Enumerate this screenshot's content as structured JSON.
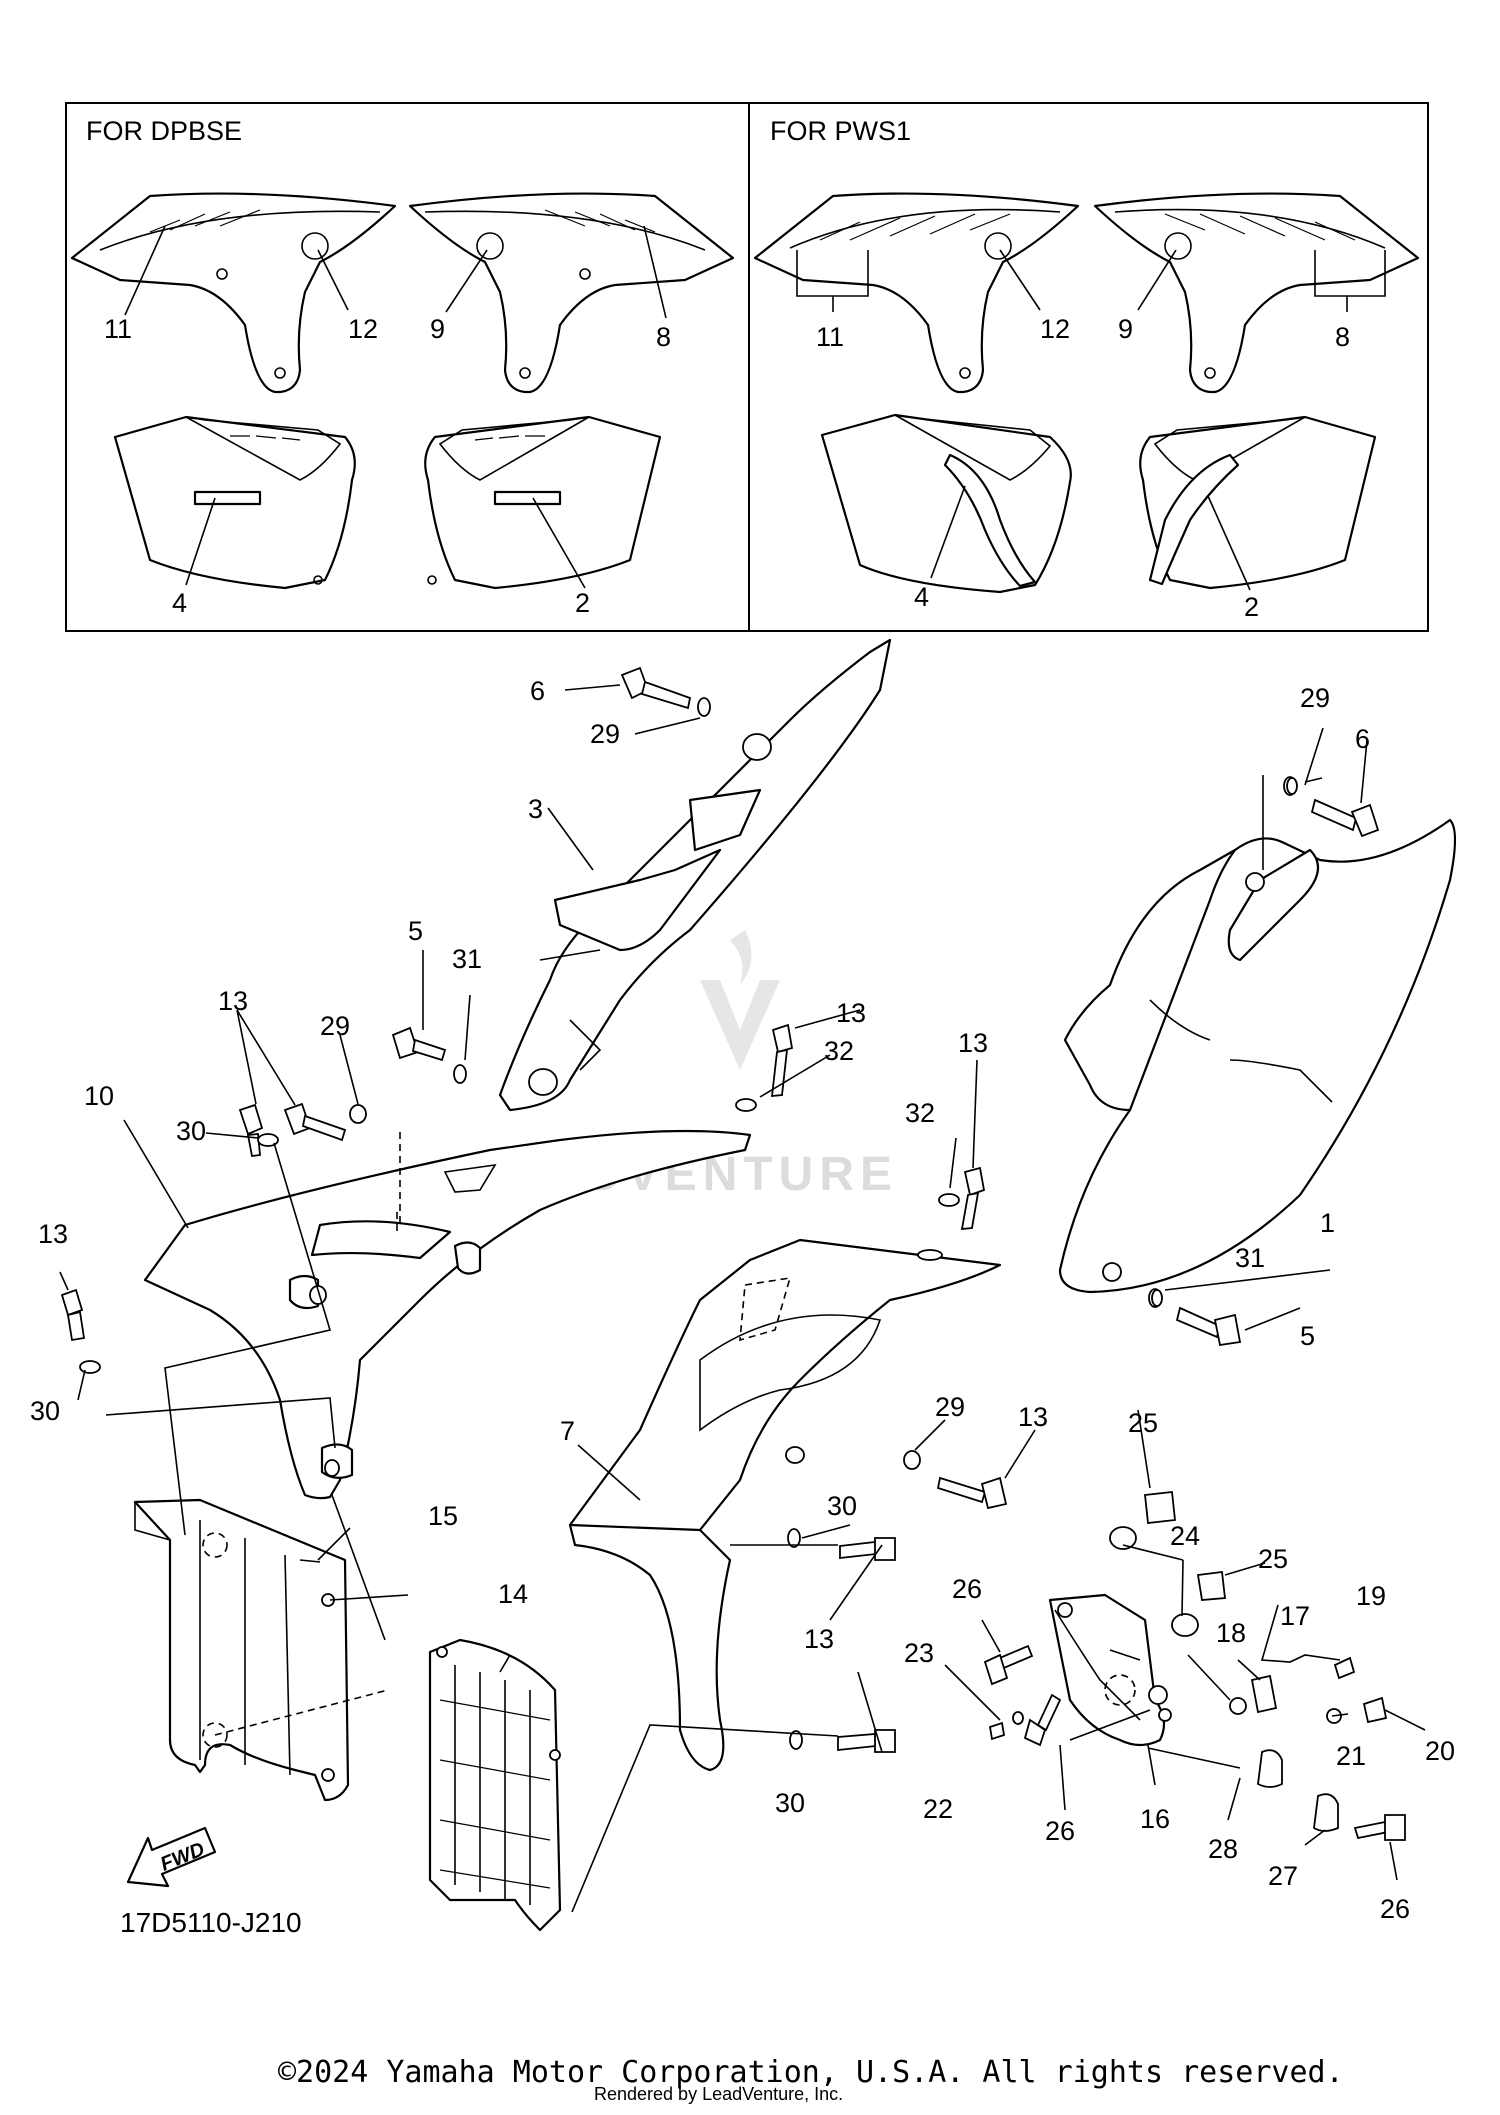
{
  "variant_boxes": {
    "left_label": "FOR DPBSE",
    "right_label": "FOR PWS1"
  },
  "callouts": {
    "c1": "1",
    "c2": "2",
    "c3": "3",
    "c4": "4",
    "c5": "5",
    "c6": "6",
    "c7": "7",
    "c8": "8",
    "c9": "9",
    "c10": "10",
    "c11": "11",
    "c12": "12",
    "c13": "13",
    "c14": "14",
    "c15": "15",
    "c16": "16",
    "c17": "17",
    "c18": "18",
    "c19": "19",
    "c20": "20",
    "c21": "21",
    "c22": "22",
    "c23": "23",
    "c24": "24",
    "c25": "25",
    "c26": "26",
    "c27": "27",
    "c28": "28",
    "c29": "29",
    "c30": "30",
    "c31": "31",
    "c32": "32"
  },
  "direction_arrow": "FWD",
  "diagram_code": "17D5110-J210",
  "watermark": "LEADVENTURE",
  "copyright": "©2024 Yamaha Motor Corporation, U.S.A. All rights reserved.",
  "rendered_by": "Rendered by LeadVenture, Inc."
}
